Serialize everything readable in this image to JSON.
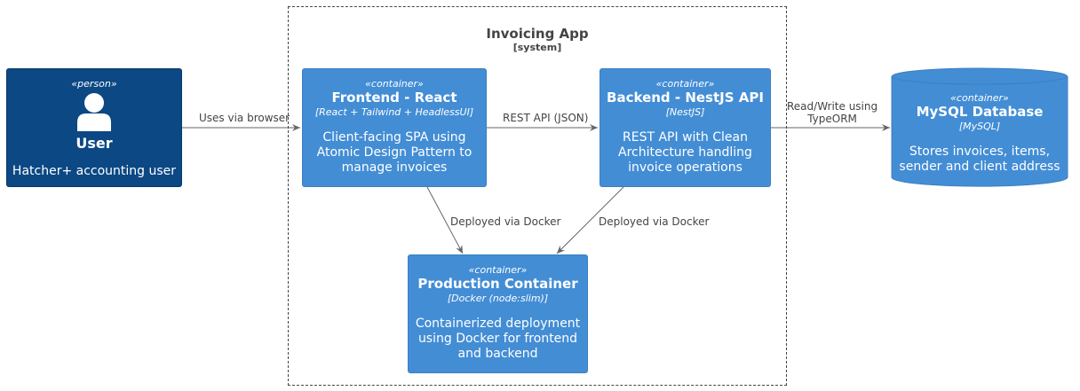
{
  "boundary": {
    "title": "Invoicing App",
    "type": "[system]"
  },
  "user": {
    "stereotype": "«person»",
    "title": "User",
    "description": "Hatcher+ accounting user"
  },
  "frontend": {
    "stereotype": "«container»",
    "title": "Frontend - React",
    "tech": "[React + Tailwind + HeadlessUI]",
    "description": [
      "Client-facing SPA using",
      "Atomic Design Pattern to",
      "manage invoices"
    ]
  },
  "backend": {
    "stereotype": "«container»",
    "title": "Backend - NestJS API",
    "tech": "[NestJS]",
    "description": [
      "REST API with Clean",
      "Architecture handling",
      "invoice operations"
    ]
  },
  "database": {
    "stereotype": "«container»",
    "title": "MySQL Database",
    "tech": "[MySQL]",
    "description": [
      "Stores invoices, items,",
      "sender and client address"
    ]
  },
  "production": {
    "stereotype": "«container»",
    "title": "Production Container",
    "tech": "[Docker (node:slim)]",
    "description": [
      "Containerized deployment",
      "using Docker for frontend",
      "and backend"
    ]
  },
  "edges": {
    "user_frontend": "Uses via browser",
    "frontend_backend": "REST API (JSON)",
    "backend_database": [
      "Read/Write using",
      "TypeORM"
    ],
    "frontend_production": "Deployed via Docker",
    "backend_production": "Deployed via Docker"
  },
  "colors": {
    "person": "#0b4884",
    "container": "#438dd5",
    "edge": "#666666",
    "boundary": "#444444"
  }
}
